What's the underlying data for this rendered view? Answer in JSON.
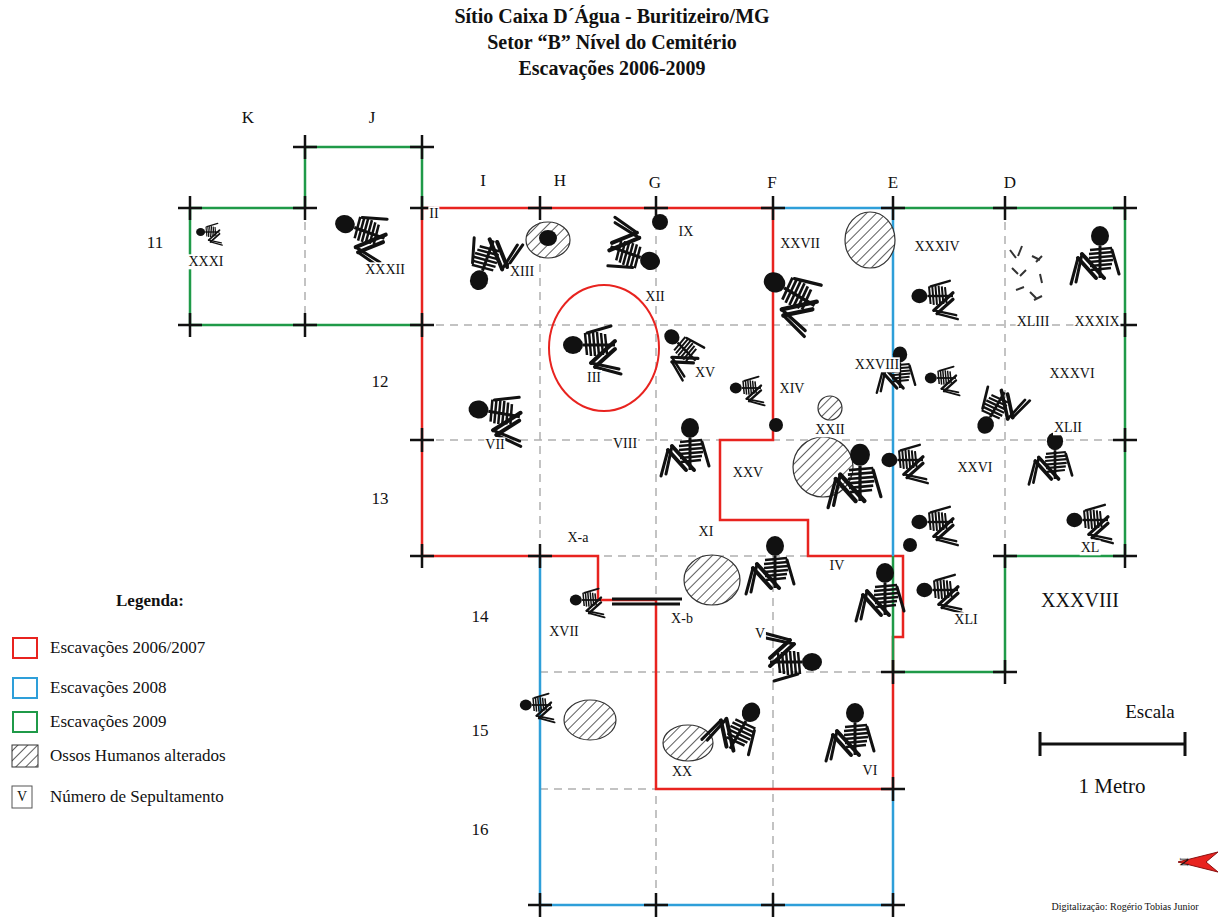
{
  "diagram": {
    "title": "Sítio Caixa D´Água - Buritizeiro/MG",
    "nodes": [
      {
        "text": [
          "III"
        ]
      }
    ],
    "labels": [
      "Setor “B” Nível do Cemitério",
      "Escavações 2006-2009",
      "K",
      "J",
      "I",
      "H",
      "G",
      "F",
      "E",
      "D",
      "11",
      "12",
      "13",
      "14",
      "15",
      "16",
      "XXXI",
      "XXXII",
      "II",
      "XIII",
      "IX",
      "XII",
      "XV",
      "XXVII",
      "XXXIV",
      "XLIII",
      "XXXIX",
      "XXVIII",
      "XIV",
      "XXII",
      "XXXVI",
      "XLII",
      "VII",
      "VIII",
      "XXV",
      "XXVI",
      "XI",
      "X-a",
      "IV",
      "XL",
      "XXXVIII",
      "XLI",
      "XVII",
      "X-b",
      "V",
      "XX",
      "VI",
      "Legenda:",
      "V",
      "Escala",
      "1 Metro",
      "N",
      "Digitalização: Rogério Tobias Junior"
    ],
    "legend": [
      {
        "text": "Escavações 2006/2007",
        "color": "#e8231f"
      },
      {
        "text": "Escavações 2008",
        "color": "#2e9fd9"
      },
      {
        "text": "Escavações 2009",
        "color": "#1f9a48"
      },
      {
        "text": "Ossos Humanos alterados"
      },
      {
        "text": "Número de Sepultamento"
      }
    ]
  }
}
